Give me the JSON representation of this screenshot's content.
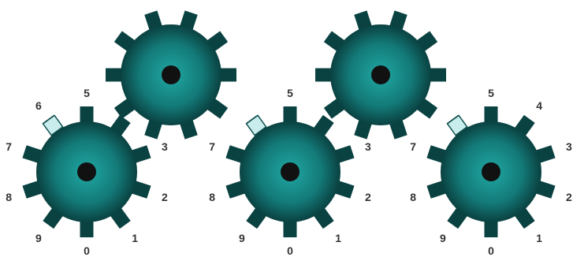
{
  "colors": {
    "gear_outer": "#0a4141",
    "gear_mid": "#137a78",
    "gear_light": "#20a8a4",
    "hub": "#111111",
    "pointer_fill": "#c9ecec",
    "pointer_stroke": "#0e4e4e",
    "label": "#333333"
  },
  "gears": [
    {
      "id": "top-left",
      "kind": "idler",
      "labels": []
    },
    {
      "id": "top-right",
      "kind": "idler",
      "labels": []
    },
    {
      "id": "dial-1",
      "kind": "dial",
      "labels": [
        {
          "digit": "0",
          "value": 0
        },
        {
          "digit": "1",
          "value": 1
        },
        {
          "digit": "2",
          "value": 2
        },
        {
          "digit": "3",
          "value": 3
        },
        {
          "digit": "5",
          "value": 5
        },
        {
          "digit": "6",
          "value": 6
        },
        {
          "digit": "7",
          "value": 7
        },
        {
          "digit": "8",
          "value": 8
        },
        {
          "digit": "9",
          "value": 9
        }
      ],
      "pointer_at": 6
    },
    {
      "id": "dial-2",
      "kind": "dial",
      "labels": [
        {
          "digit": "0",
          "value": 0
        },
        {
          "digit": "1",
          "value": 1
        },
        {
          "digit": "2",
          "value": 2
        },
        {
          "digit": "3",
          "value": 3
        },
        {
          "digit": "5",
          "value": 5
        },
        {
          "digit": "7",
          "value": 7
        },
        {
          "digit": "8",
          "value": 8
        },
        {
          "digit": "9",
          "value": 9
        }
      ],
      "pointer_at": 6
    },
    {
      "id": "dial-3",
      "kind": "dial",
      "labels": [
        {
          "digit": "0",
          "value": 0
        },
        {
          "digit": "1",
          "value": 1
        },
        {
          "digit": "2",
          "value": 2
        },
        {
          "digit": "3",
          "value": 3
        },
        {
          "digit": "4",
          "value": 4
        },
        {
          "digit": "5",
          "value": 5
        },
        {
          "digit": "7",
          "value": 7
        },
        {
          "digit": "8",
          "value": 8
        },
        {
          "digit": "9",
          "value": 9
        }
      ],
      "pointer_at": 6
    }
  ]
}
